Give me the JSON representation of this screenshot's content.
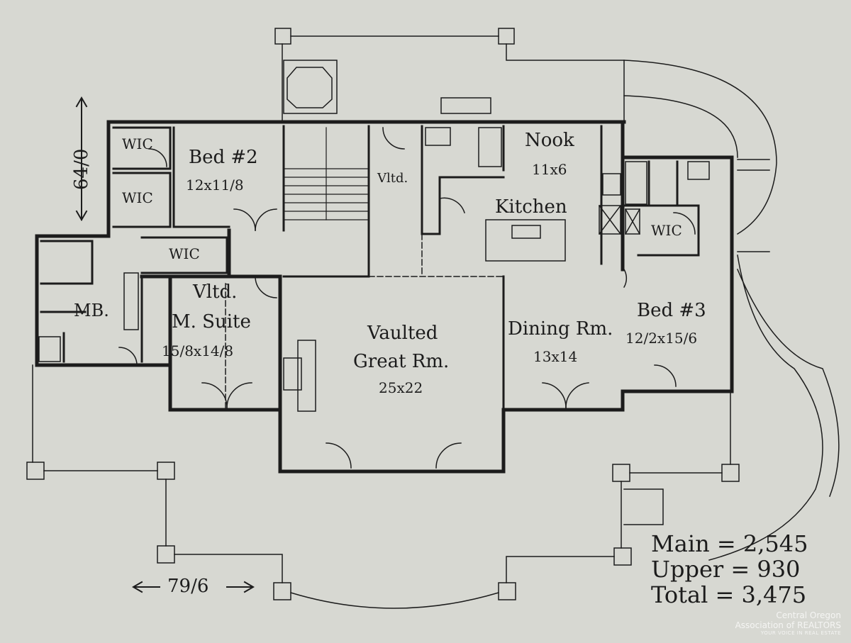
{
  "rooms": {
    "wic1": "WIC",
    "wic2": "WIC",
    "wic3": "WIC",
    "wic4": "WIC",
    "bed2_name": "Bed #2",
    "bed2_size": "12x11/8",
    "vltd_hall": "Vltd.",
    "nook_name": "Nook",
    "nook_size": "11x6",
    "kitchen": "Kitchen",
    "mb": "MB.",
    "suite_line1": "Vltd.",
    "suite_line2": "M. Suite",
    "suite_size": "15/8x14/8",
    "great_line1": "Vaulted",
    "great_line2": "Great Rm.",
    "great_size": "25x22",
    "dining_name": "Dining Rm.",
    "dining_size": "13x14",
    "bed3_name": "Bed #3",
    "bed3_size": "12/2x15/6"
  },
  "dimensions": {
    "depth": "64/0",
    "width": "79/6"
  },
  "totals": {
    "main_label": "Main",
    "main_value": "= 2,545",
    "upper_label": "Upper",
    "upper_value": "= 930",
    "total_label": "Total",
    "total_value": "= 3,475"
  },
  "watermark": {
    "line1": "Central Oregon",
    "line2": "Association of REALTORS",
    "line3": "YOUR VOICE IN REAL ESTATE"
  },
  "colors": {
    "paper": "#d7d8d2",
    "ink": "#1c1c1c"
  }
}
